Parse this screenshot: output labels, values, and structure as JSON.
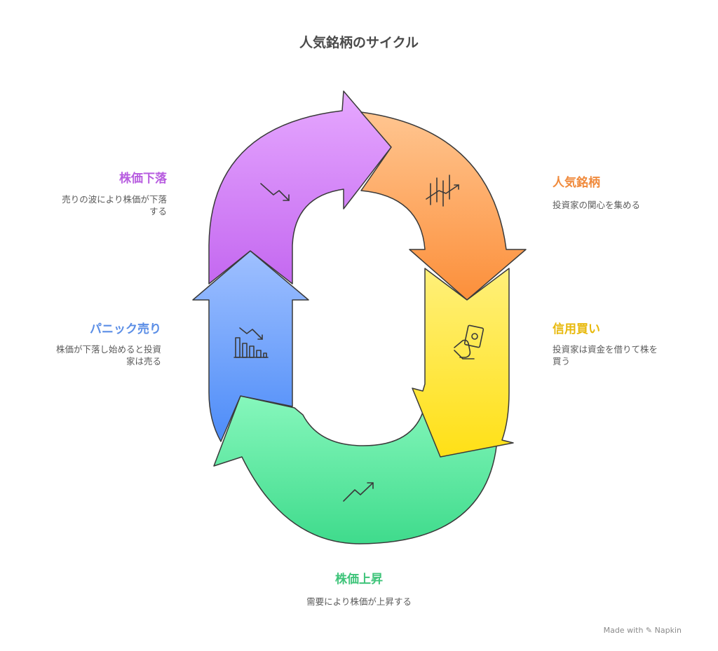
{
  "title": "人気銘柄のサイクル",
  "stages": [
    {
      "id": "popular",
      "title": "人気銘柄",
      "description": "投資家の関心を集める",
      "color": "#f08a3c"
    },
    {
      "id": "margin",
      "title": "信用買い",
      "description": [
        "投資家は資金を借りて株を",
        "買う"
      ],
      "color": "#e8b90c"
    },
    {
      "id": "rise",
      "title": "株価上昇",
      "description": "需要により株価が上昇する",
      "color": "#3fc47a"
    },
    {
      "id": "panic",
      "title": "パニック売り",
      "description": [
        "株価が下落し始めると投資",
        "家は売る"
      ],
      "color": "#5b8ee6"
    },
    {
      "id": "fall",
      "title": "株価下落",
      "description": [
        "売りの波により株価が下落",
        "する"
      ],
      "color": "#b85ee0"
    }
  ],
  "icons": [
    "candlestick-icon",
    "cash-in-hand-icon",
    "trend-up-icon",
    "bar-chart-down-icon",
    "trend-down-icon"
  ],
  "brand": {
    "prefix": "Made with",
    "name": "Napkin"
  }
}
